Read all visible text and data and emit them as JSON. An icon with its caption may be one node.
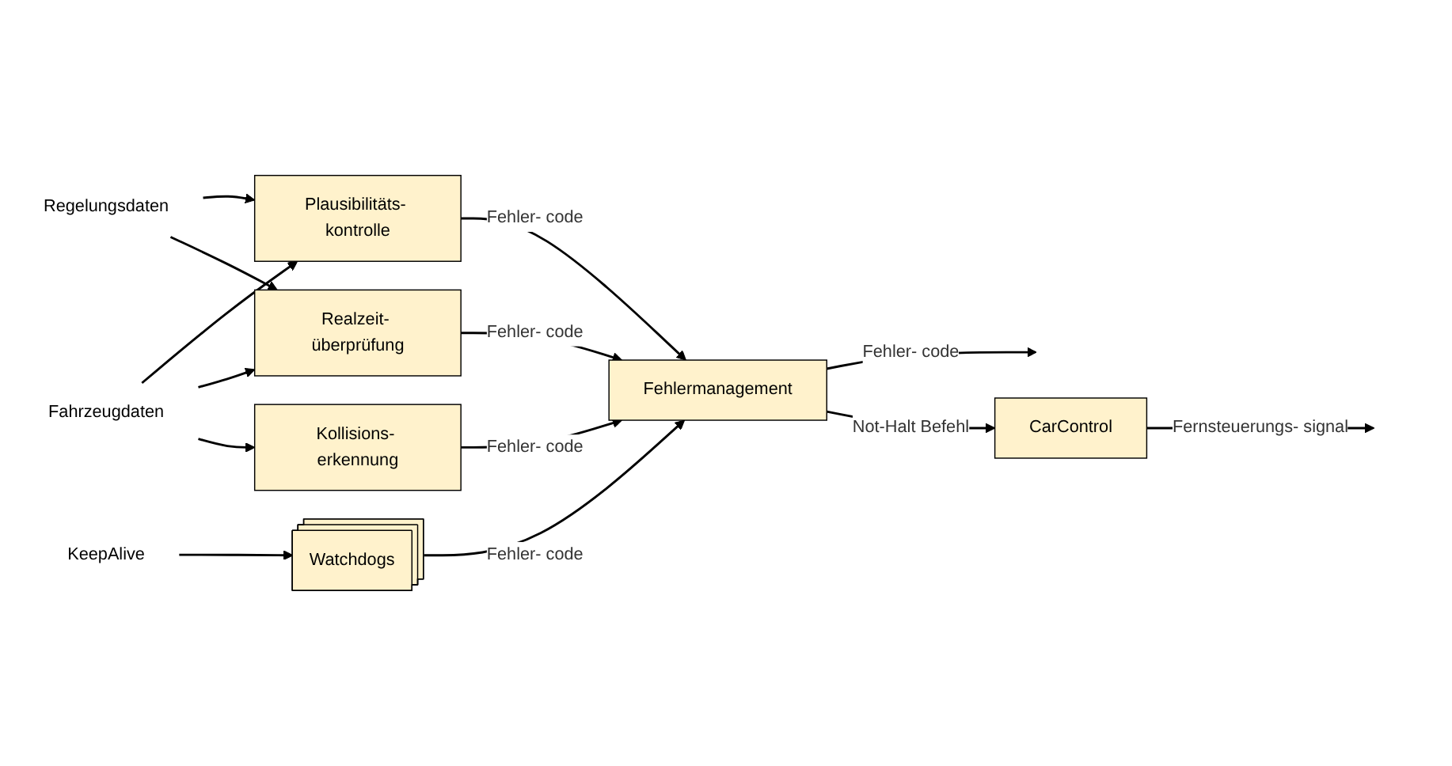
{
  "diagram": {
    "nodes": [
      {
        "text": [
          "Regelungsdaten"
        ]
      },
      {
        "text": [
          "Fahrzeugdaten"
        ]
      },
      {
        "text": [
          "KeepAlive"
        ]
      },
      {
        "text": [
          "Plausibilitäts- kontrolle"
        ]
      },
      {
        "text": [
          "Realzeit- überprüfung"
        ]
      },
      {
        "text": [
          "Watchdogs"
        ]
      },
      {
        "text": [
          "Kollisions- erkennung"
        ]
      },
      {
        "text": [
          "Fehlermanagement"
        ]
      },
      {
        "text": [
          "CarControl"
        ]
      }
    ],
    "edges": [
      {
        "from": 0,
        "to": 3,
        "arrow": "to"
      },
      {
        "from": 0,
        "to": 4,
        "arrow": "to"
      },
      {
        "from": 1,
        "to": 3,
        "arrow": "to"
      },
      {
        "from": 1,
        "to": 4,
        "arrow": "to"
      },
      {
        "from": 1,
        "to": 6,
        "arrow": "to"
      },
      {
        "from": 2,
        "to": 5,
        "arrow": "to"
      },
      {
        "from": 3,
        "to": 7,
        "label": "Fehler- code",
        "arrow": "to"
      },
      {
        "from": 4,
        "to": 7,
        "label": "Fehler- code",
        "arrow": "to"
      },
      {
        "from": 5,
        "to": 7,
        "label": "Fehler- code",
        "arrow": "to"
      },
      {
        "from": 6,
        "to": 7,
        "label": "Fehler- code",
        "arrow": "to"
      },
      {
        "from": 7,
        "to": null,
        "label": "Fehler- code",
        "arrow": "to"
      },
      {
        "from": 7,
        "to": 8,
        "label": "Not-Halt Befehl",
        "arrow": "to"
      },
      {
        "from": 8,
        "to": null,
        "label": "Fernsteuerungs- signal",
        "arrow": "to"
      }
    ]
  }
}
